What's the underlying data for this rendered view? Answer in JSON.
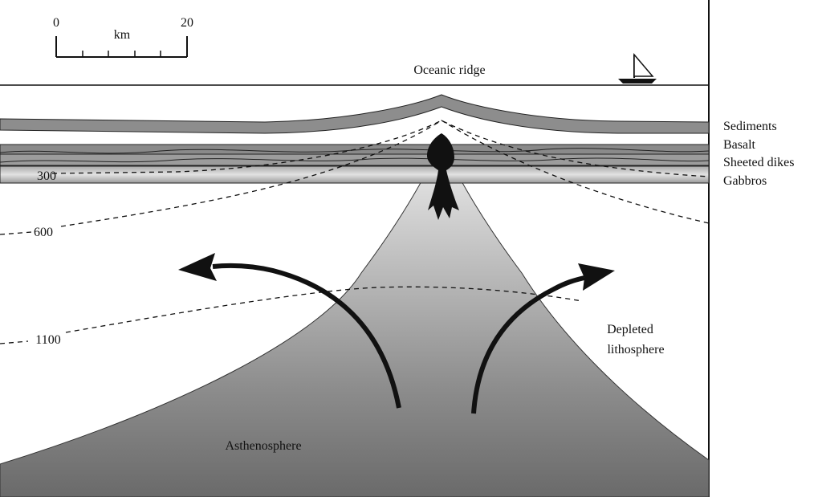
{
  "scale_bar": {
    "min_label": "0",
    "max_label": "20",
    "unit": "km"
  },
  "surface_label": "Oceanic ridge",
  "layers": [
    "Sediments",
    "Basalt",
    "Sheeted dikes",
    "Gabbros"
  ],
  "isotherms": [
    "300",
    "600",
    "1100"
  ],
  "regions": {
    "asthenosphere": "Asthenosphere",
    "depleted_lithosphere_line1": "Depleted",
    "depleted_lithosphere_line2": "lithosphere"
  },
  "colors": {
    "ink": "#111111",
    "mantle_dark": "#6f6f6f",
    "mantle_light": "#c9c9c9",
    "layer_gray": "#8a8a8a",
    "gabbro_light": "#d6d6d6"
  },
  "icons": [
    "sailboat-icon",
    "magma-chamber-icon",
    "flow-arrow-left-icon",
    "flow-arrow-right-icon"
  ]
}
